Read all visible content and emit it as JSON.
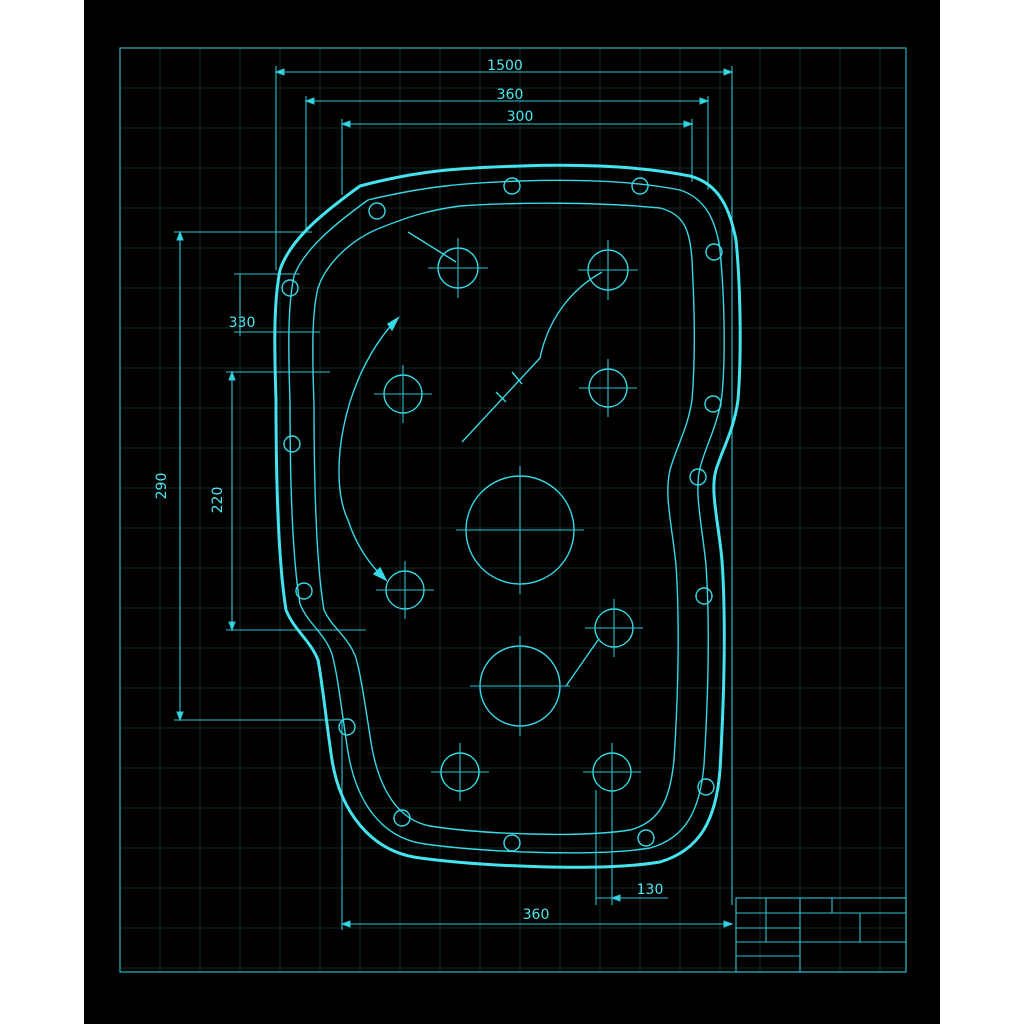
{
  "drawing": {
    "colors": {
      "background": "#000000",
      "line": "#38d8e4",
      "frame": "#2fc2cf"
    },
    "dimensions": {
      "overall_width": "1500",
      "outer_width": "360",
      "inner_width": "300",
      "left_upper": "330",
      "left_overall": "290",
      "left_inner": "220",
      "bottom_width": "360",
      "bottom_offset": "130"
    }
  }
}
